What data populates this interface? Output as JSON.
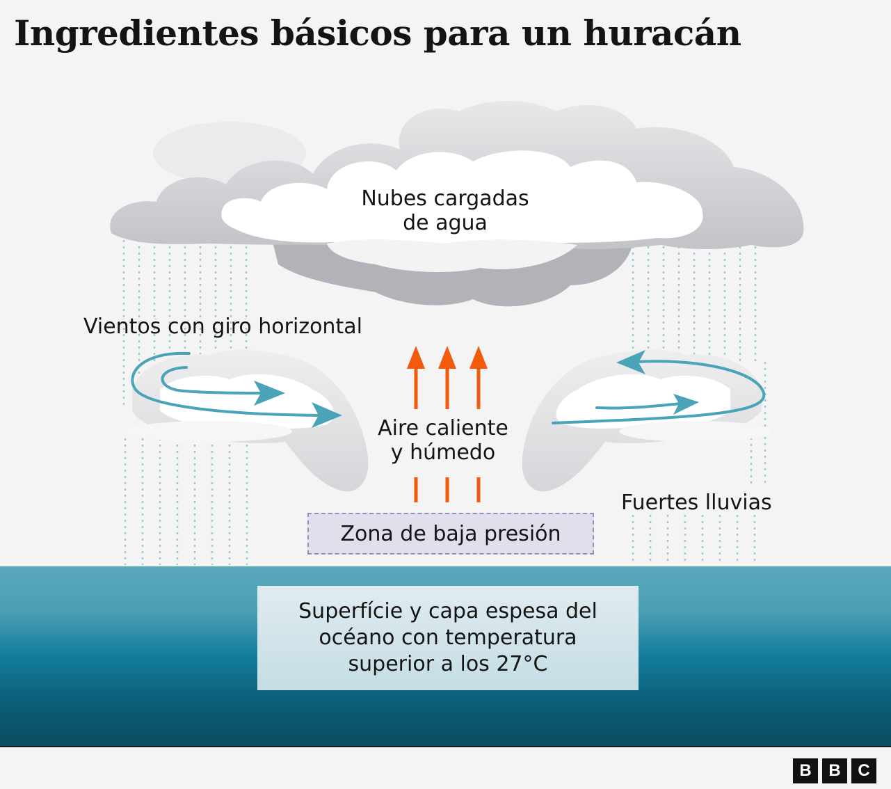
{
  "title": "Ingredientes básicos para un huracán",
  "labels": {
    "clouds_line1": "Nubes cargadas",
    "clouds_line2": "de agua",
    "winds": "Vientos con giro horizontal",
    "air_line1": "Aire caliente",
    "air_line2": "y húmedo",
    "rain": "Fuertes lluvias",
    "low_pressure": "Zona de baja presión",
    "ocean": "Superfície y capa espesa del\nocéano con temperatura\nsuperior a los 27°C"
  },
  "logo": {
    "letters": [
      "B",
      "B",
      "C"
    ]
  },
  "colors": {
    "background": "#f4f4f4",
    "wind_arrow": "#4aa3b8",
    "heat_arrow": "#f25a0c",
    "rain": "#9cc9d6",
    "low_pressure_fill": "#e3deec",
    "low_pressure_border": "#9a8cc0",
    "ocean_top": "#5aa8bb",
    "ocean_bottom": "#0c4c61"
  }
}
